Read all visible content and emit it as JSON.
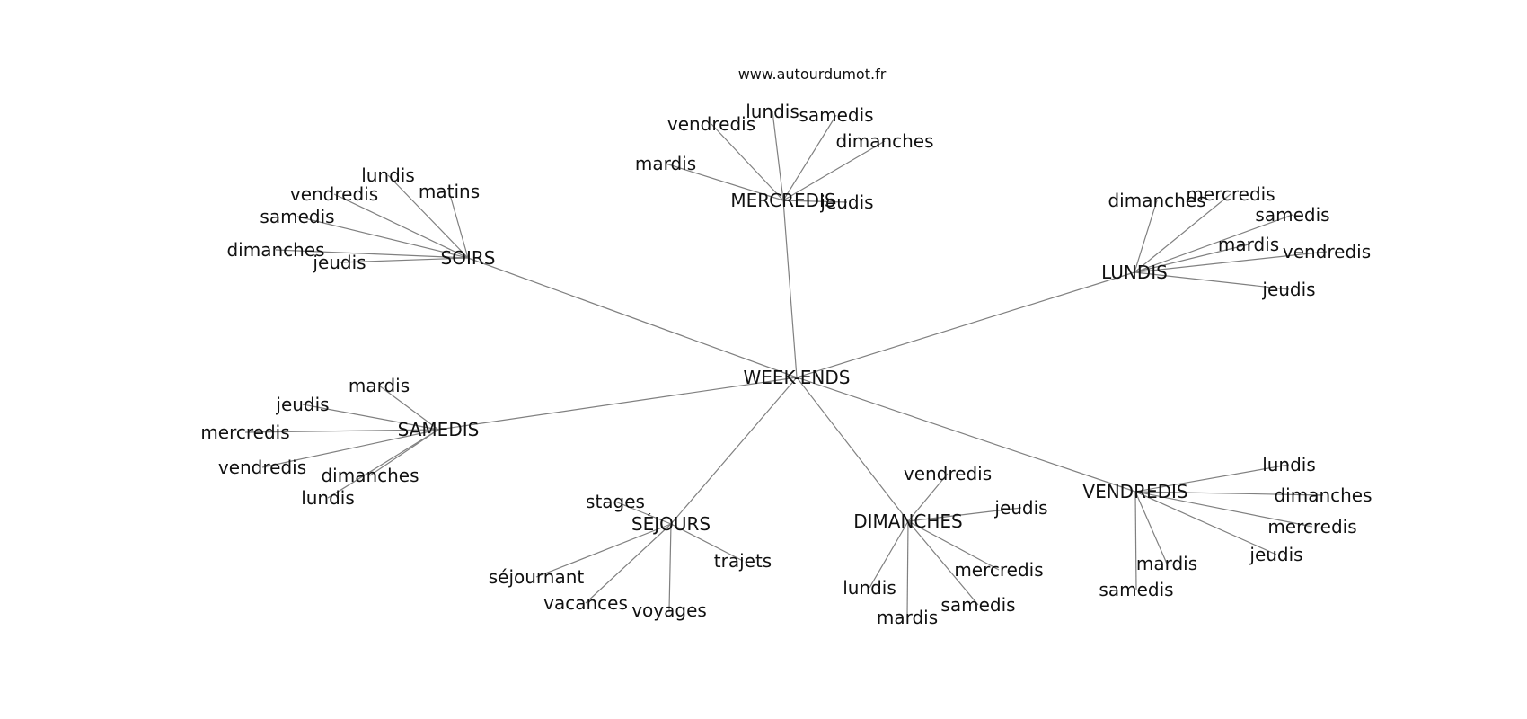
{
  "credit": "www.autourdumot.fr",
  "root": "WEEK-ENDS",
  "groups": [
    {
      "id": "soirs",
      "label": "SOIRS",
      "children": [
        "lundis",
        "matins",
        "vendredis",
        "samedis",
        "dimanches",
        "jeudis"
      ]
    },
    {
      "id": "mercredis",
      "label": "MERCREDIS",
      "children": [
        "vendredis",
        "lundis",
        "samedis",
        "dimanches",
        "mardis",
        "jeudis"
      ]
    },
    {
      "id": "lundis",
      "label": "LUNDIS",
      "children": [
        "dimanches",
        "mercredis",
        "samedis",
        "mardis",
        "vendredis",
        "jeudis"
      ]
    },
    {
      "id": "samedis",
      "label": "SAMEDIS",
      "children": [
        "mardis",
        "jeudis",
        "mercredis",
        "vendredis",
        "dimanches",
        "lundis"
      ]
    },
    {
      "id": "sejours",
      "label": "SÉJOURS",
      "children": [
        "stages",
        "trajets",
        "séjournant",
        "vacances",
        "voyages"
      ]
    },
    {
      "id": "dimanches",
      "label": "DIMANCHES",
      "children": [
        "vendredis",
        "jeudis",
        "mercredis",
        "lundis",
        "samedis",
        "mardis"
      ]
    },
    {
      "id": "vendredis",
      "label": "VENDREDIS",
      "children": [
        "lundis",
        "dimanches",
        "mercredis",
        "jeudis",
        "mardis",
        "samedis"
      ]
    }
  ]
}
